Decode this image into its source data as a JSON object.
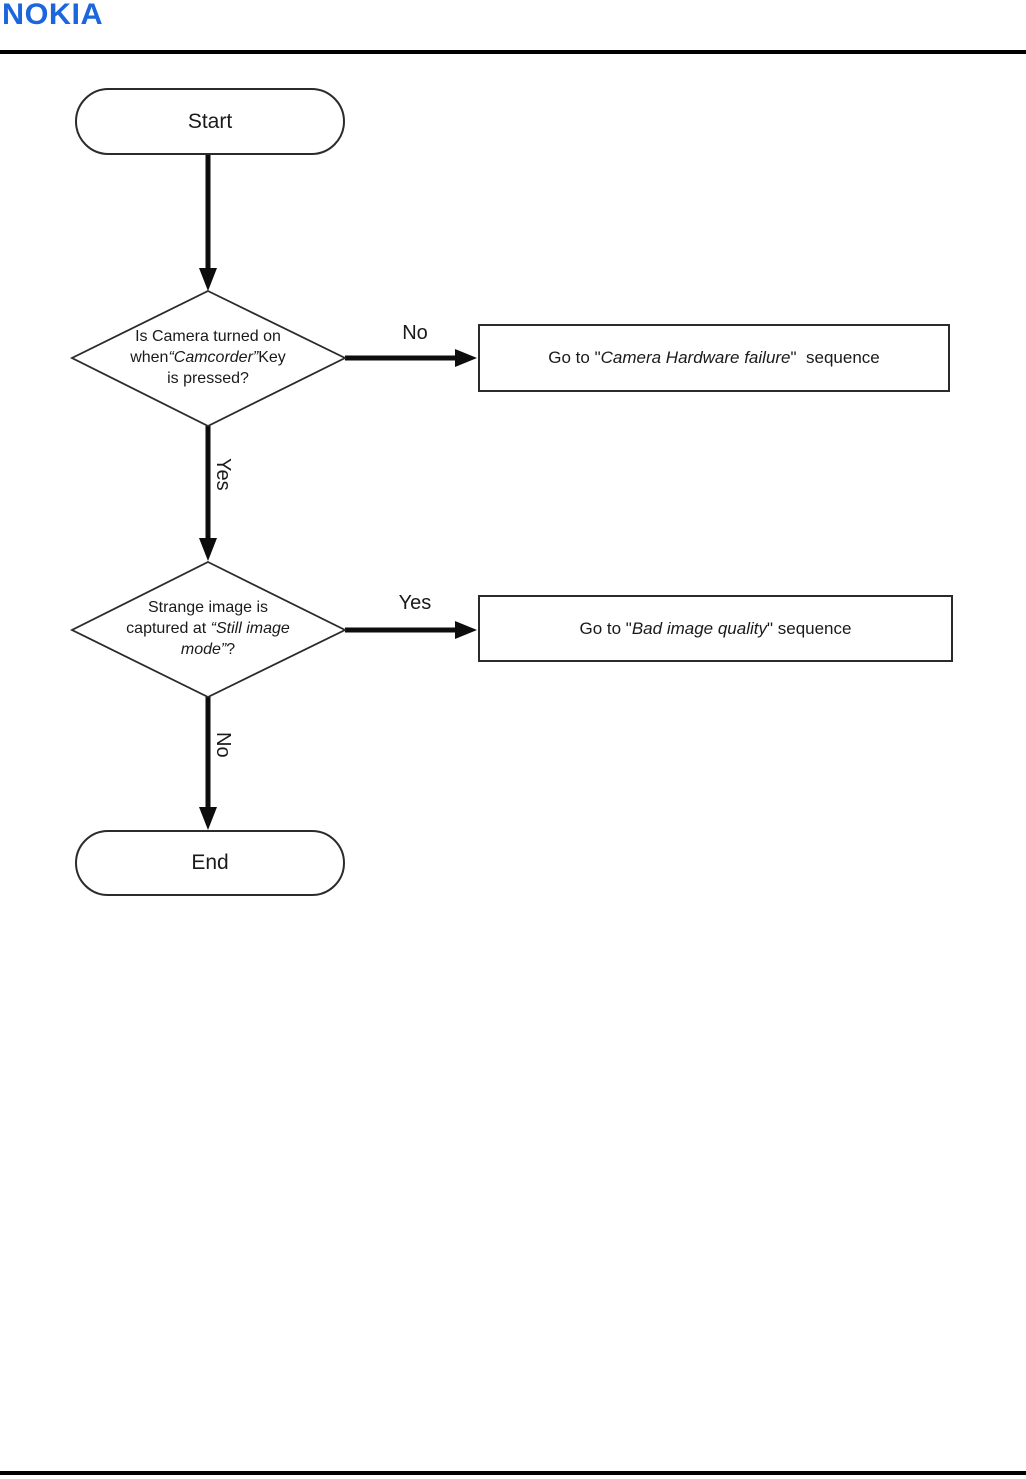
{
  "header": {
    "logo": "NOKIA",
    "brand_color": "#1b65dd"
  },
  "flowchart": {
    "start_label": "Start",
    "end_label": "End",
    "decision_camera": {
      "lines": [
        [
          {
            "t": "Is Camera turned on"
          }
        ],
        [
          {
            "t": "when"
          },
          {
            "t": "“Camcorder”",
            "i": true
          },
          {
            "t": "Key"
          }
        ],
        [
          {
            "t": "is pressed?"
          }
        ]
      ],
      "branch_no": "No",
      "branch_yes": "Yes"
    },
    "process_hw_failure": {
      "text": [
        {
          "t": "Go to \""
        },
        {
          "t": "Camera Hardware failure",
          "i": true
        },
        {
          "t": "\"  sequence"
        }
      ]
    },
    "decision_still_image": {
      "lines": [
        [
          {
            "t": "Strange image is"
          }
        ],
        [
          {
            "t": "captured at "
          },
          {
            "t": "“Still image",
            "i": true
          }
        ],
        [
          {
            "t": "mode”",
            "i": true
          },
          {
            "t": "?"
          }
        ]
      ],
      "branch_yes": "Yes",
      "branch_no": "No"
    },
    "process_bad_quality": {
      "text": [
        {
          "t": "Go to \""
        },
        {
          "t": "Bad image quality",
          "i": true
        },
        {
          "t": "\" sequence"
        }
      ]
    }
  }
}
